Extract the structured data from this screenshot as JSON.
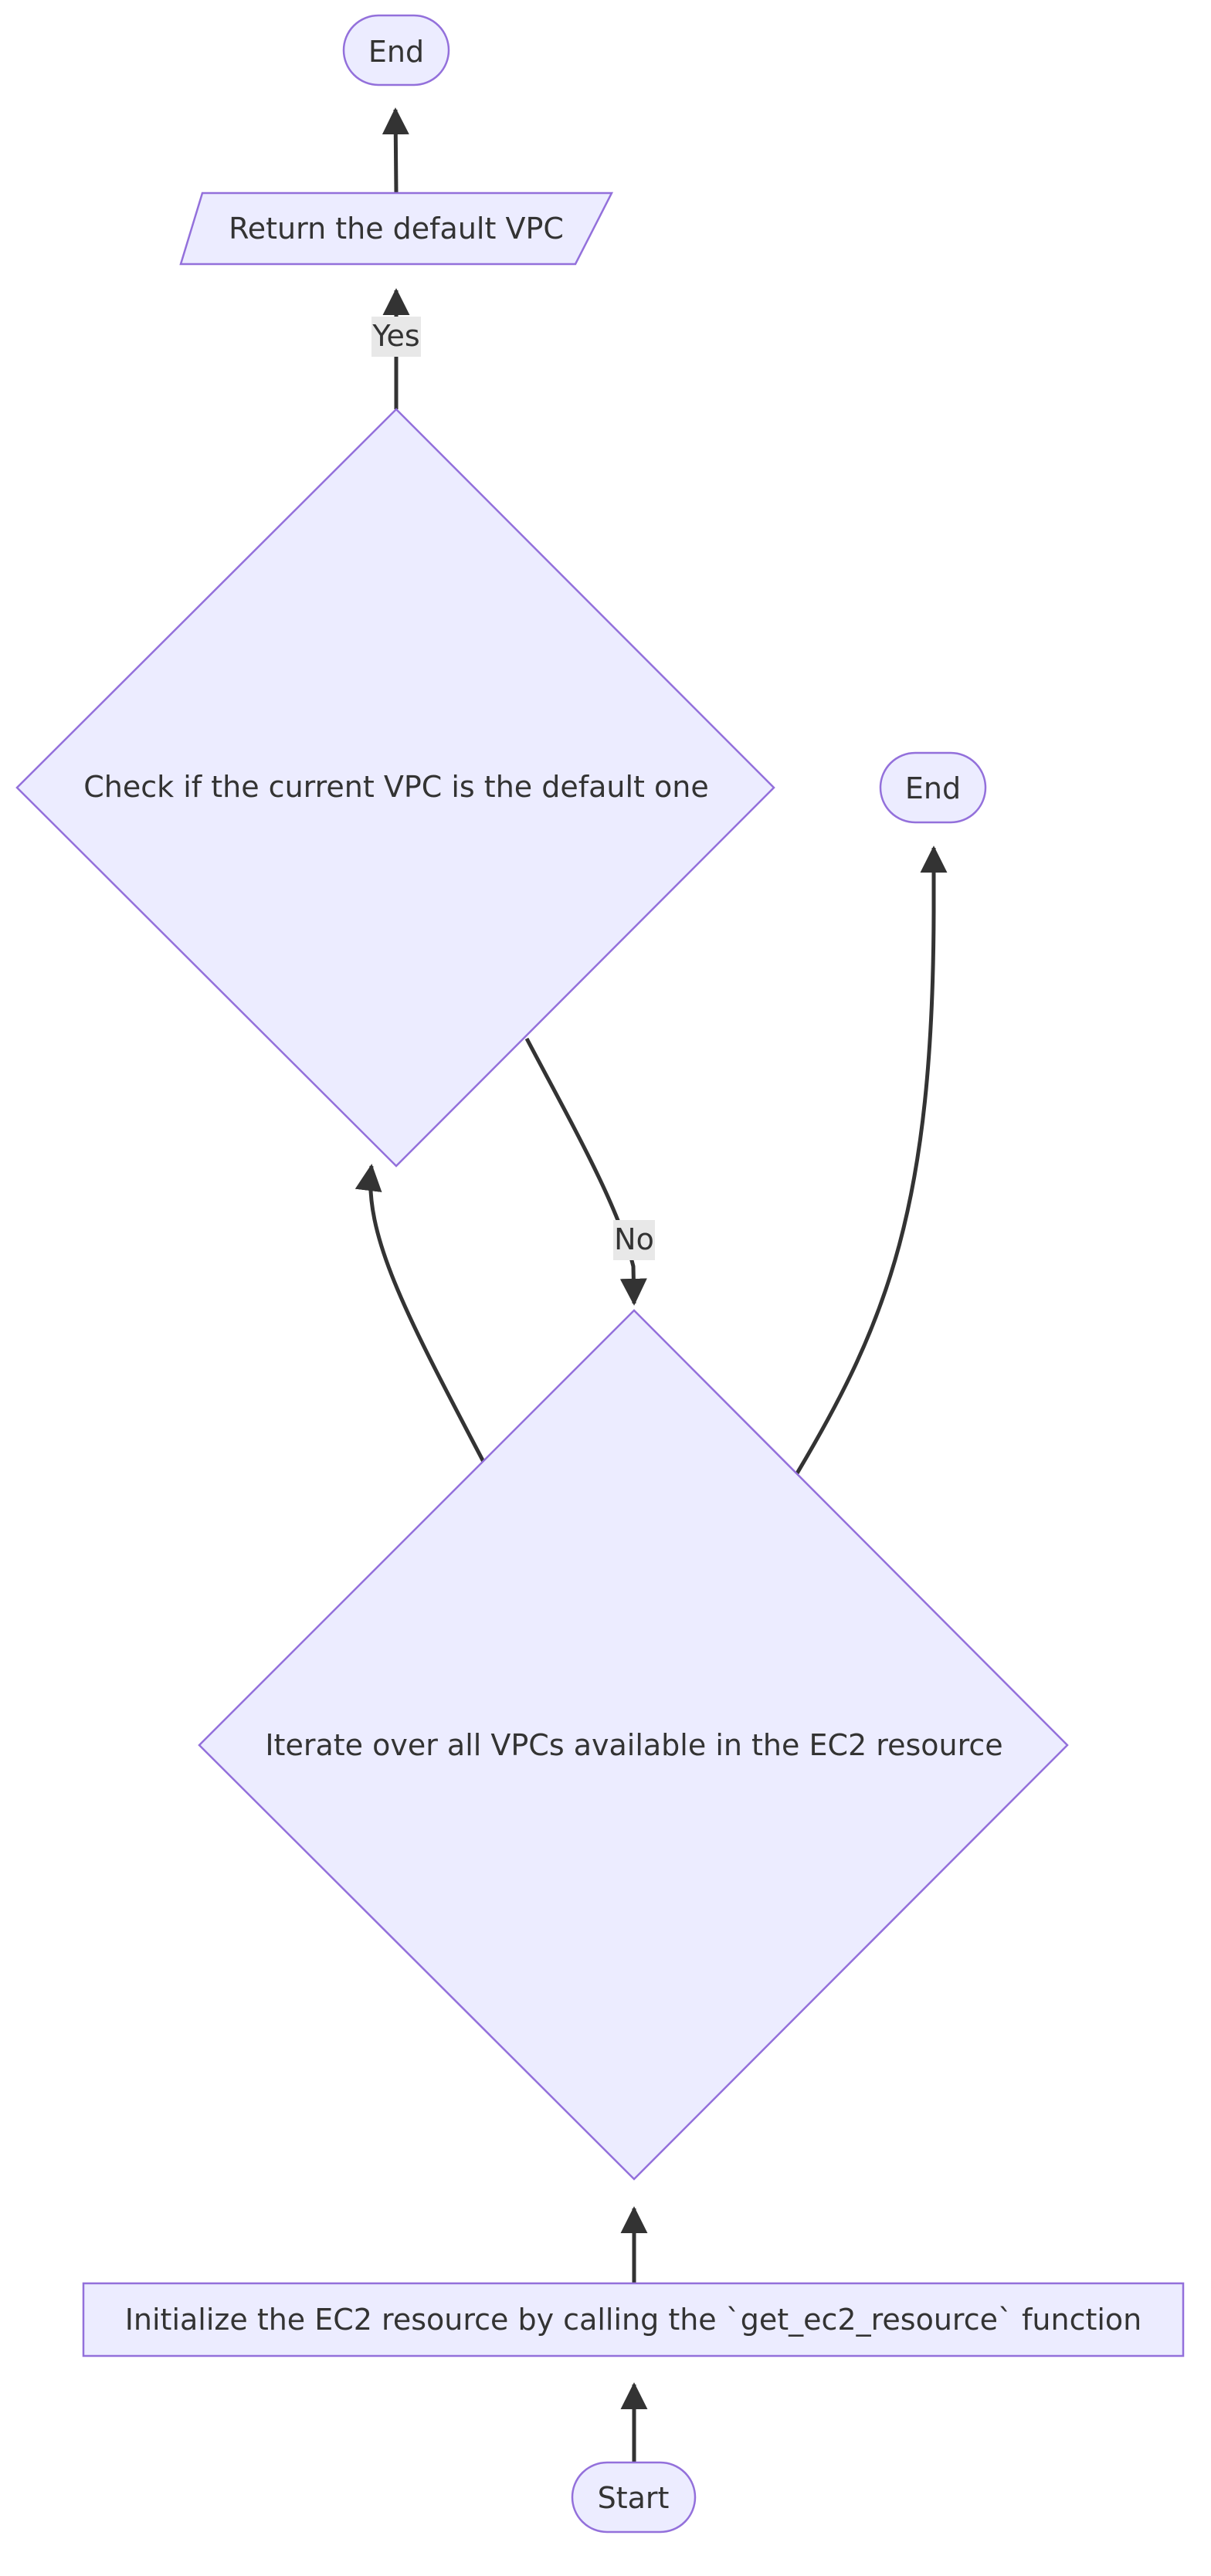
{
  "diagram": {
    "colors": {
      "node_fill": "#ECECFF",
      "node_stroke": "#9370DB",
      "edge": "#333333",
      "label_bg": "#E8E8E8",
      "text": "#333333"
    },
    "nodes": {
      "end_top": {
        "label": "End"
      },
      "return_default_vpc": {
        "label": "Return the default VPC"
      },
      "check_default": {
        "label": "Check if the current VPC is the default one"
      },
      "end_right": {
        "label": "End"
      },
      "iterate_vpcs": {
        "label": "Iterate over all VPCs available in the EC2 resource"
      },
      "init_ec2": {
        "label": "Initialize the EC2 resource by calling the `get_ec2_resource` function"
      },
      "start": {
        "label": "Start"
      }
    },
    "edges": {
      "yes_label": "Yes",
      "no_label": "No"
    }
  }
}
